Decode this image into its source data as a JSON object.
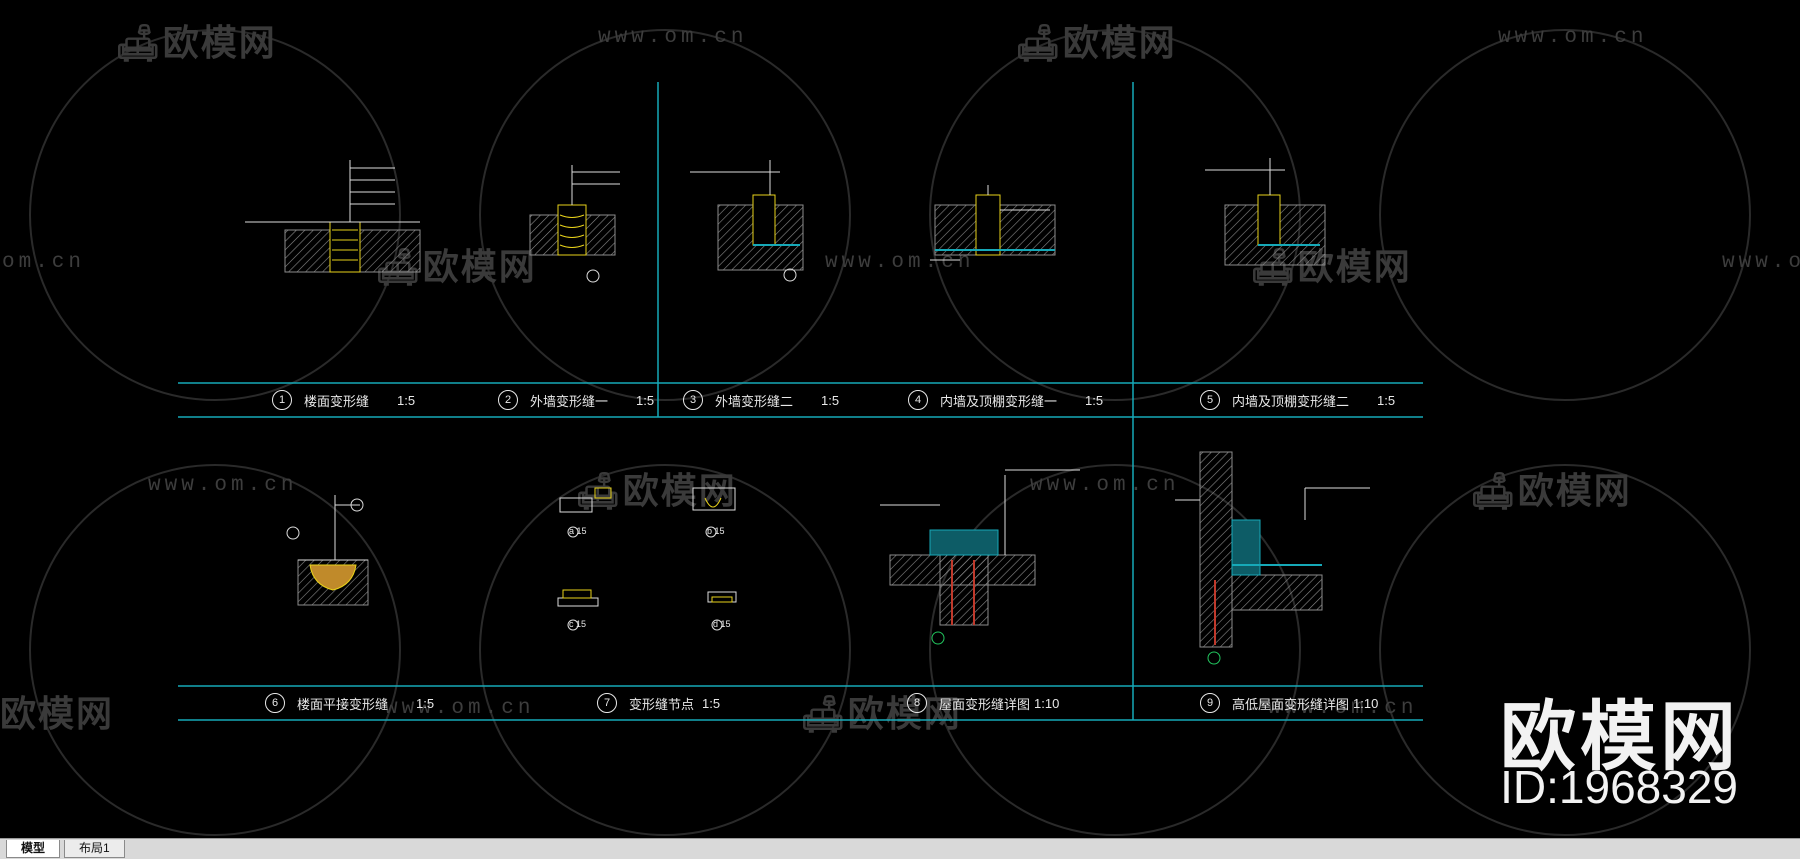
{
  "watermark": {
    "brand": "欧模网",
    "url": "www.om.cn",
    "url_short": "om.cn",
    "logo_glyph": "sofa-logo",
    "big_brand": "欧模网",
    "id_text": "ID:1968329"
  },
  "drawing": {
    "top_titles": [
      {
        "num": "1",
        "name": "楼面变形缝",
        "scale": "1:5"
      },
      {
        "num": "2",
        "name": "外墙变形缝一",
        "scale": "1:5"
      },
      {
        "num": "3",
        "name": "外墙变形缝二",
        "scale": "1:5"
      },
      {
        "num": "4",
        "name": "内墙及顶棚变形缝一",
        "scale": "1:5"
      },
      {
        "num": "5",
        "name": "内墙及顶棚变形缝二",
        "scale": "1:5"
      }
    ],
    "bottom_titles": [
      {
        "num": "6",
        "name": "楼面平接变形缝",
        "scale": "1:5"
      },
      {
        "num": "7",
        "name": "变形缝节点",
        "scale": "1:5"
      },
      {
        "num": "8",
        "name": "屋面变形缝详图",
        "scale": "1:10"
      },
      {
        "num": "9",
        "name": "高低屋面变形缝详图",
        "scale": "1:10"
      }
    ],
    "node_tags": [
      {
        "letter": "a",
        "scale": "15"
      },
      {
        "letter": "b",
        "scale": "15"
      },
      {
        "letter": "c",
        "scale": "15"
      },
      {
        "letter": "d",
        "scale": "15"
      }
    ]
  },
  "tabs": [
    {
      "label": "模型",
      "active": true
    },
    {
      "label": "布局1",
      "active": false
    }
  ],
  "colors": {
    "background": "#000000",
    "frame_lines": "#16a9b8",
    "detail_yellow": "#e8d21a",
    "detail_white": "#dcdcdc",
    "hatch": "#8c8c8c",
    "accent_red": "#c0392b",
    "accent_green": "#22c55e",
    "watermark": "#3a3a3a"
  }
}
